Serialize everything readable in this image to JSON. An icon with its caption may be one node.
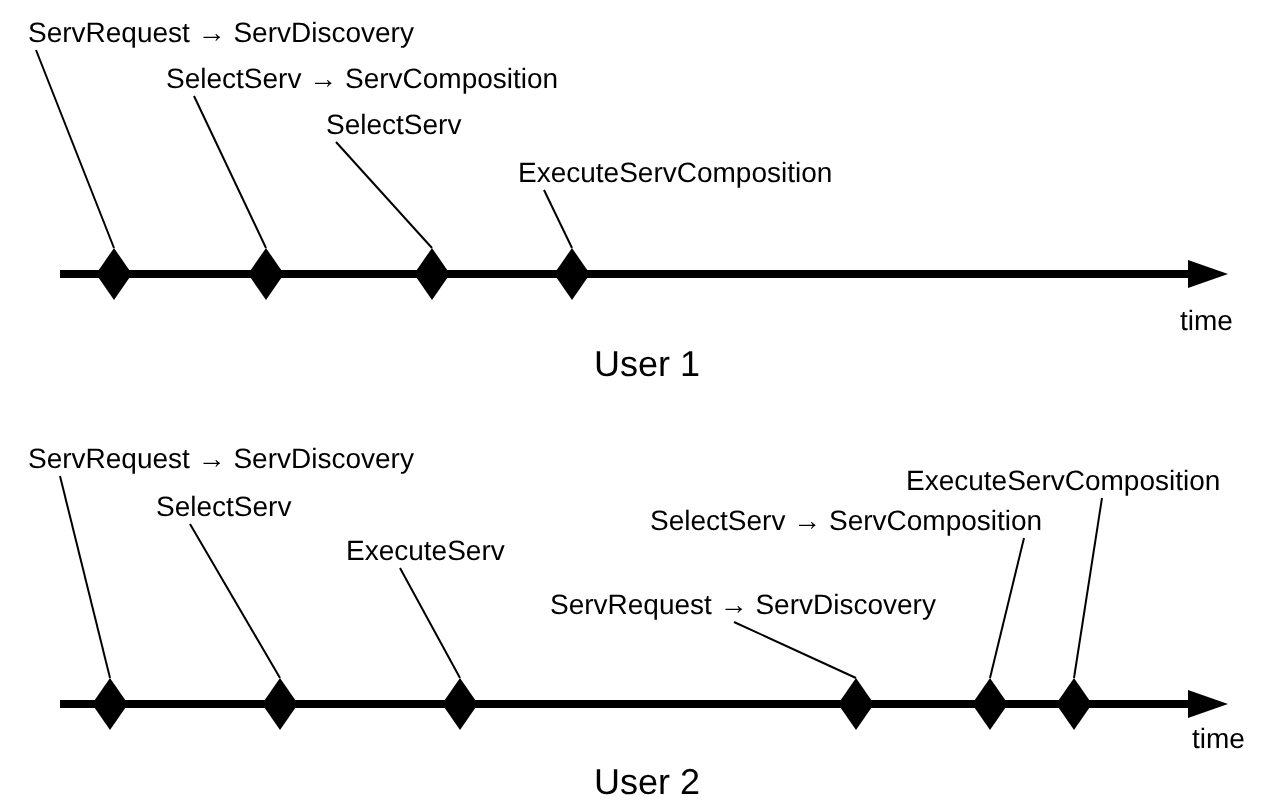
{
  "diagram": {
    "nodes": [
      {
        "text": [
          "ServRequest → ServDiscovery"
        ]
      },
      {
        "text": [
          "SelectServ → ServComposition"
        ]
      },
      {
        "text": [
          "SelectServ"
        ]
      },
      {
        "text": [
          "ExecuteServComposition"
        ]
      },
      {
        "text": [],
        "shape": "diamond"
      },
      {
        "text": [],
        "shape": "diamond"
      },
      {
        "text": [],
        "shape": "diamond"
      },
      {
        "text": [],
        "shape": "diamond"
      },
      {
        "text": [
          "ServRequest → ServDiscovery"
        ]
      },
      {
        "text": [
          "SelectServ"
        ]
      },
      {
        "text": [
          "ExecuteServ"
        ]
      },
      {
        "text": [
          "ServRequest → ServDiscovery"
        ]
      },
      {
        "text": [
          "SelectServ → ServComposition"
        ]
      },
      {
        "text": [
          "ExecuteServComposition"
        ]
      },
      {
        "text": [],
        "shape": "diamond"
      },
      {
        "text": [],
        "shape": "diamond"
      },
      {
        "text": [],
        "shape": "diamond"
      },
      {
        "text": [],
        "shape": "diamond"
      },
      {
        "text": [],
        "shape": "diamond"
      },
      {
        "text": [],
        "shape": "diamond"
      }
    ],
    "edges": [
      {
        "from": 0,
        "to": 4,
        "arrow": "none"
      },
      {
        "from": 1,
        "to": 5,
        "arrow": "none"
      },
      {
        "from": 2,
        "to": 6,
        "arrow": "none"
      },
      {
        "from": 3,
        "to": 7,
        "arrow": "none"
      },
      {
        "from": 8,
        "to": 14,
        "arrow": "none"
      },
      {
        "from": 9,
        "to": 15,
        "arrow": "none"
      },
      {
        "from": 10,
        "to": 16,
        "arrow": "none"
      },
      {
        "from": 11,
        "to": 17,
        "arrow": "none"
      },
      {
        "from": 12,
        "to": 18,
        "arrow": "none"
      },
      {
        "from": 13,
        "to": 19,
        "arrow": "none"
      }
    ],
    "labels": [
      "time",
      "User 1",
      "time",
      "User 2"
    ]
  }
}
